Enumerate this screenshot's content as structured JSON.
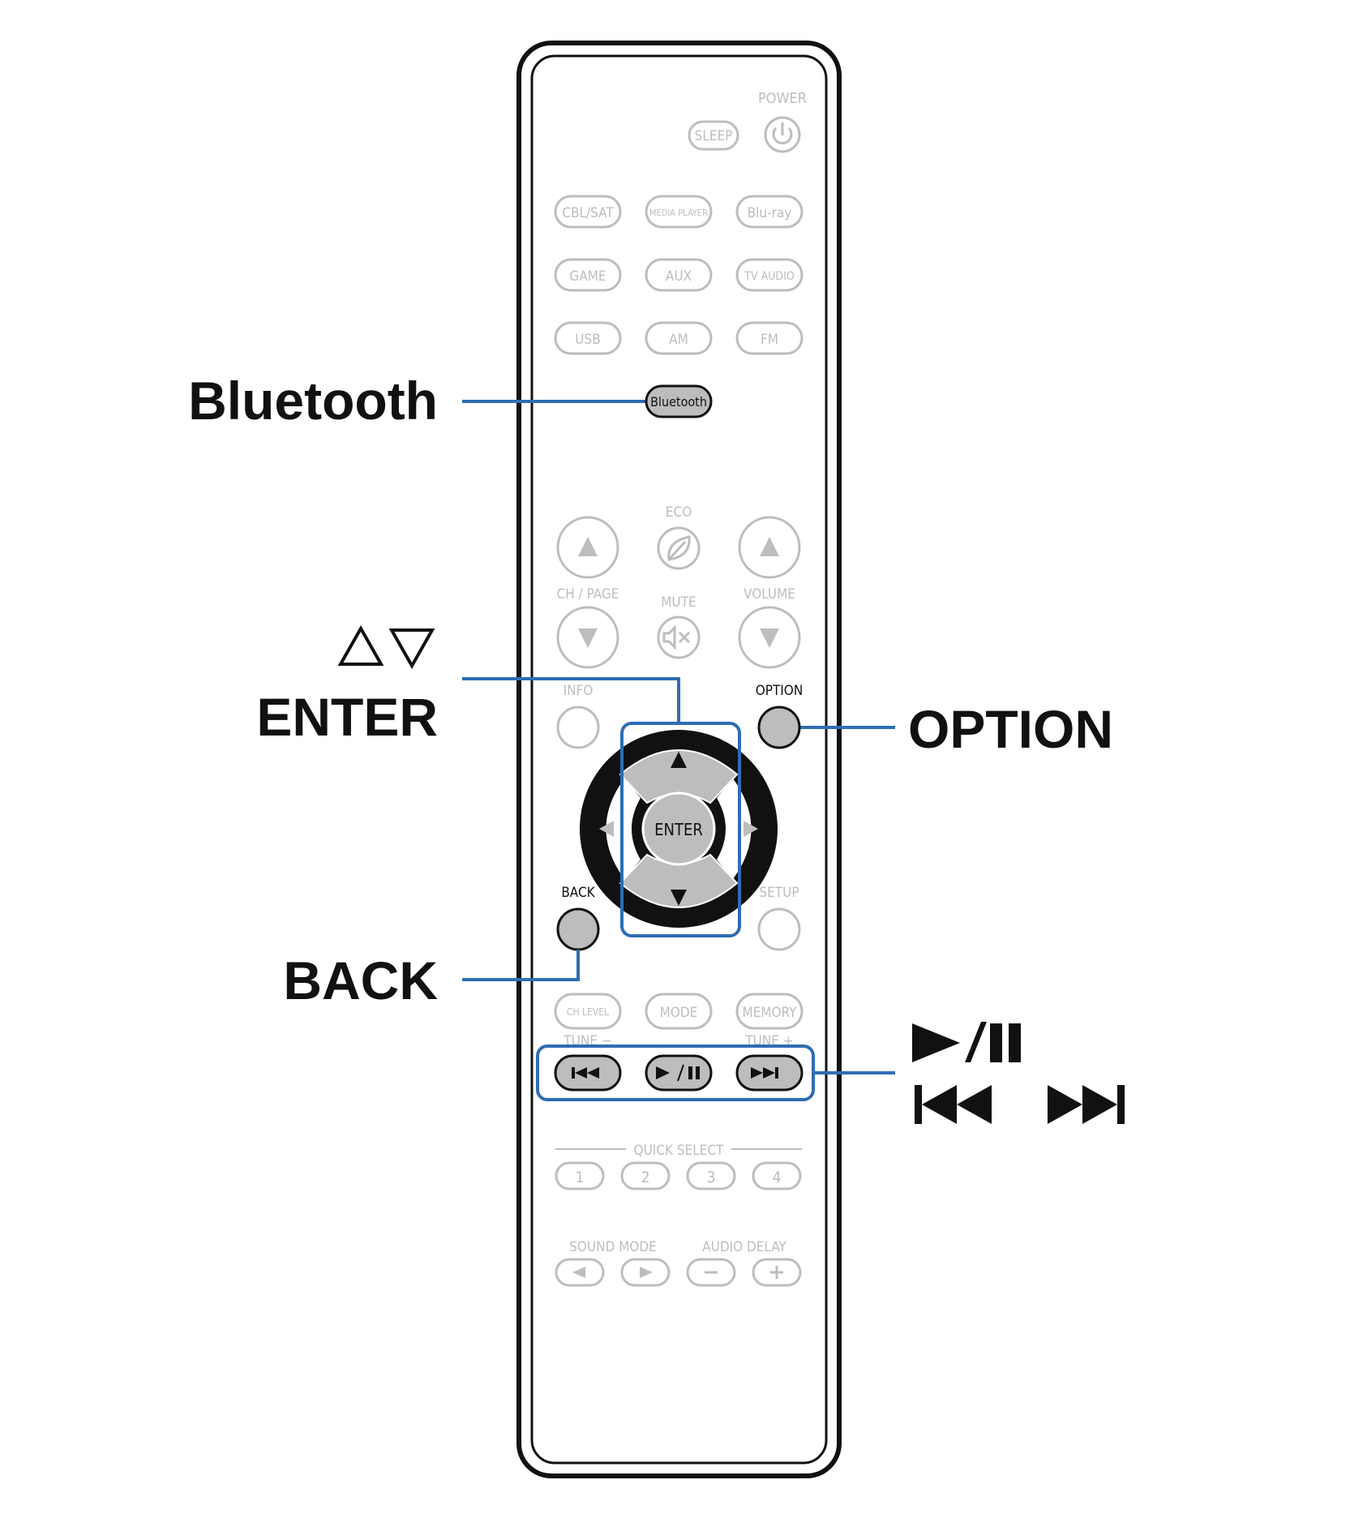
{
  "callouts": {
    "bluetooth": "Bluetooth",
    "up_down": "△▽",
    "enter": "ENTER",
    "back": "BACK",
    "option": "OPTION",
    "play_pause": "►/❚❚",
    "skip": "|◄◄ ►►|"
  },
  "remote": {
    "power_label": "POWER",
    "sleep": "SLEEP",
    "sources_row1": [
      "CBL/SAT",
      "MEDIA PLAYER",
      "Blu-ray"
    ],
    "sources_row2": [
      "GAME",
      "AUX",
      "TV AUDIO"
    ],
    "sources_row3": [
      "USB",
      "AM",
      "FM"
    ],
    "bluetooth": "Bluetooth",
    "eco": "ECO",
    "ch_page": "CH / PAGE",
    "mute": "MUTE",
    "volume": "VOLUME",
    "info": "INFO",
    "option": "OPTION",
    "enter": "ENTER",
    "back": "BACK",
    "setup": "SETUP",
    "ch_level": "CH LEVEL",
    "mode": "MODE",
    "memory": "MEMORY",
    "tune_minus": "TUNE −",
    "tune_plus": "TUNE +",
    "quick_select": "QUICK SELECT",
    "quick_buttons": [
      "1",
      "2",
      "3",
      "4"
    ],
    "sound_mode": "SOUND MODE",
    "audio_delay": "AUDIO DELAY"
  },
  "colors": {
    "highlight": "#2e6db4",
    "outline": "#111111",
    "faded": "#bdbdbd",
    "active_fill": "#bdbdbd"
  }
}
